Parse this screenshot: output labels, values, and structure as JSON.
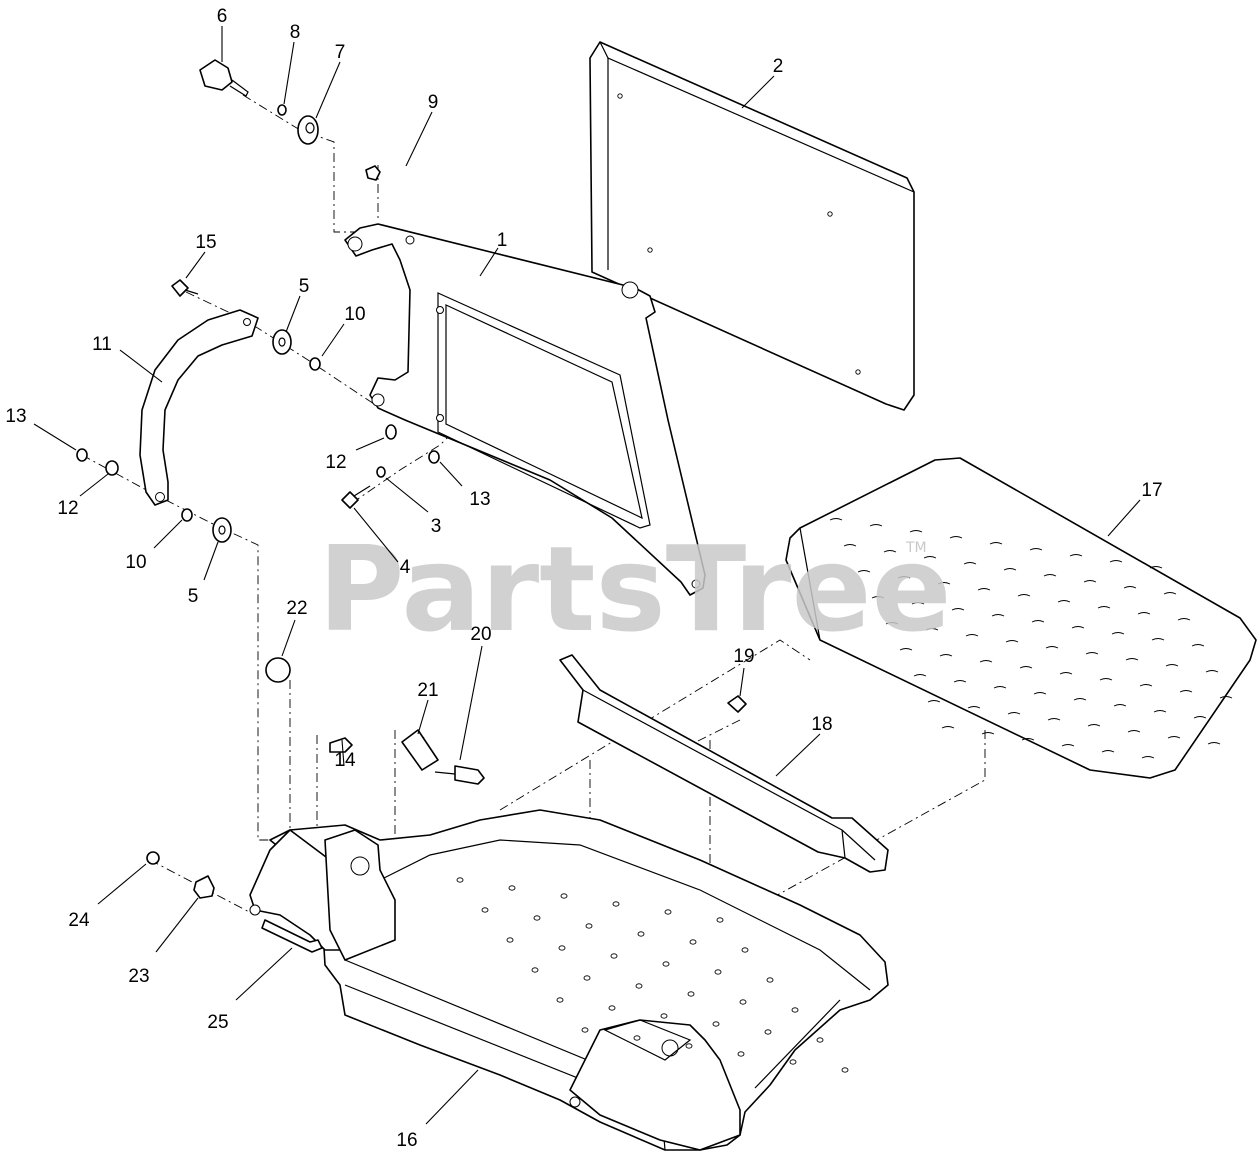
{
  "watermark": {
    "text": "PartsTree",
    "trademark": "TM"
  },
  "callouts": [
    {
      "id": "c6",
      "label": "6"
    },
    {
      "id": "c8",
      "label": "8"
    },
    {
      "id": "c7",
      "label": "7"
    },
    {
      "id": "c9",
      "label": "9"
    },
    {
      "id": "c2",
      "label": "2"
    },
    {
      "id": "c1",
      "label": "1"
    },
    {
      "id": "c15",
      "label": "15"
    },
    {
      "id": "c5a",
      "label": "5"
    },
    {
      "id": "c10a",
      "label": "10"
    },
    {
      "id": "c11",
      "label": "11"
    },
    {
      "id": "c13a",
      "label": "13"
    },
    {
      "id": "c12a",
      "label": "12"
    },
    {
      "id": "c10b",
      "label": "10"
    },
    {
      "id": "c5b",
      "label": "5"
    },
    {
      "id": "c12b",
      "label": "12"
    },
    {
      "id": "c13b",
      "label": "13"
    },
    {
      "id": "c3",
      "label": "3"
    },
    {
      "id": "c4",
      "label": "4"
    },
    {
      "id": "c17",
      "label": "17"
    },
    {
      "id": "c22",
      "label": "22"
    },
    {
      "id": "c20",
      "label": "20"
    },
    {
      "id": "c21",
      "label": "21"
    },
    {
      "id": "c19",
      "label": "19"
    },
    {
      "id": "c18",
      "label": "18"
    },
    {
      "id": "c14",
      "label": "14"
    },
    {
      "id": "c24",
      "label": "24"
    },
    {
      "id": "c23",
      "label": "23"
    },
    {
      "id": "c25",
      "label": "25"
    },
    {
      "id": "c16",
      "label": "16"
    }
  ]
}
